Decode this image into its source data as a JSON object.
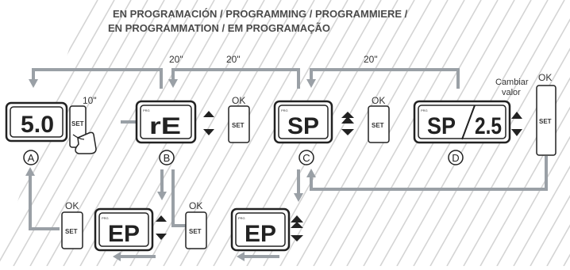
{
  "title": {
    "line1": "EN PROGRAMACIÓN / PROGRAMMING / PROGRAMMIERE /",
    "line2": "EN PROGRAMMATION / EM PROGRAMAÇÃO"
  },
  "timers": {
    "t1": "20\"",
    "t2": "20\"",
    "t3": "20\"",
    "t_hold": "10\""
  },
  "displays": {
    "a": "5.0",
    "b": "rE",
    "c": "SP",
    "d_param": "SP",
    "d_value": "2.5",
    "e1": "EP",
    "e2": "EP"
  },
  "prg_label": "PRG",
  "buttons": {
    "set_label": "SET",
    "ok_label": "OK"
  },
  "steps": {
    "a": "A",
    "b": "B",
    "c": "C",
    "d": "D"
  },
  "change_value": {
    "line1": "Cambiar",
    "line2": "valor"
  },
  "colors": {
    "arrow_gray": "#9aa0a6",
    "hatch": "#d4d4d4",
    "frame": "#222222"
  }
}
